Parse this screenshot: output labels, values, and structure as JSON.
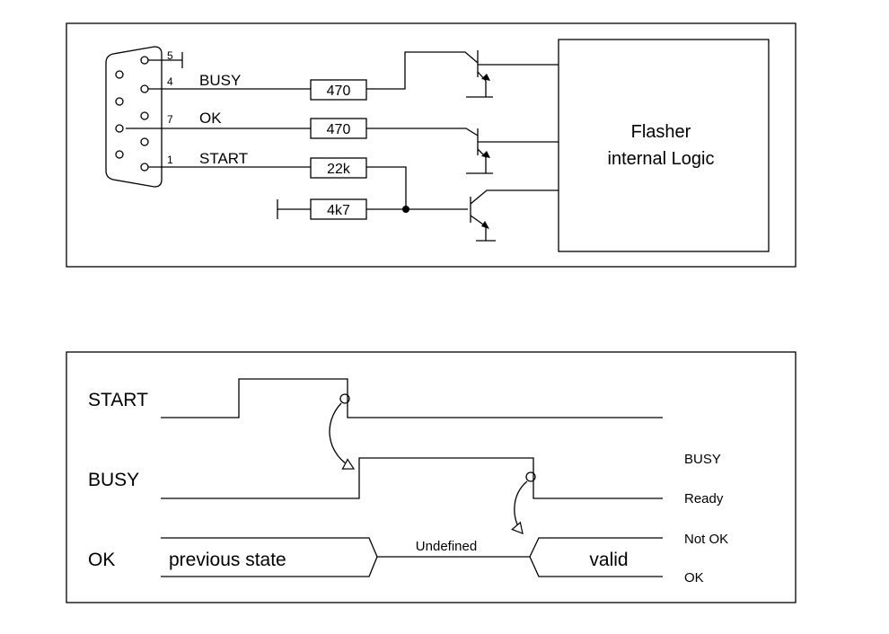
{
  "circuit": {
    "pins": {
      "p5": "5",
      "p4": "4",
      "p7": "7",
      "p1": "1"
    },
    "signals": {
      "busy": "BUSY",
      "ok": "OK",
      "start": "START"
    },
    "resistors": {
      "r_busy": "470",
      "r_ok": "470",
      "r_start": "22k",
      "r_pull": "4k7"
    },
    "logic_line1": "Flasher",
    "logic_line2": "internal Logic"
  },
  "timing": {
    "labels": {
      "start": "START",
      "busy": "BUSY",
      "ok": "OK"
    },
    "states": {
      "previous": "previous state",
      "undefined": "Undefined",
      "valid": "valid"
    },
    "levels": {
      "busy_high": "BUSY",
      "busy_low": "Ready",
      "ok_high": "Not OK",
      "ok_low": "OK"
    }
  }
}
